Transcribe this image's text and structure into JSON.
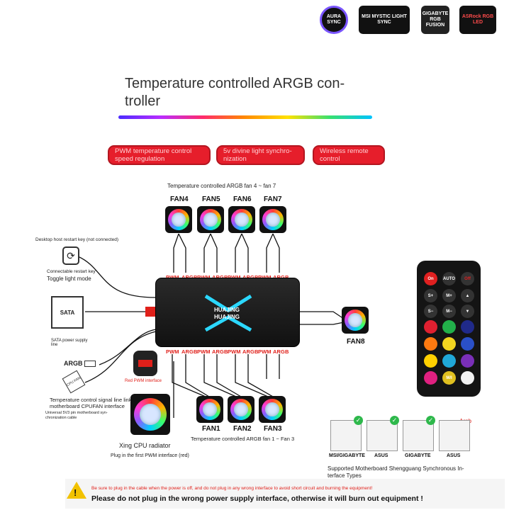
{
  "logos": [
    {
      "id": "aura",
      "text": "AURA SYNC"
    },
    {
      "id": "msi",
      "text": "MSI MYSTIC LIGHT SYNC"
    },
    {
      "id": "gigabyte",
      "text": "GIGABYTE RGB FUSION"
    },
    {
      "id": "asrock",
      "text": "ASRock RGB LED"
    }
  ],
  "title": "Temperature controlled ARGB con-\ntroller",
  "features": [
    "PWM temperature control speed regulation",
    "5v divine light synchro-nization",
    "Wireless remote control"
  ],
  "top_caption": "Temperature controlled ARGB fan 4 ~ fan 7",
  "bottom_caption": "Temperature controlled ARGB fan 1 ~ Fan 3",
  "fans_top": [
    "FAN4",
    "FAN5",
    "FAN6",
    "FAN7"
  ],
  "fans_bottom": [
    "FAN1",
    "FAN2",
    "FAN3"
  ],
  "fan_right": "FAN8",
  "port_labels": {
    "pwm": "PWM",
    "argb": "ARGB"
  },
  "hub_brand": "HUAJING",
  "left": {
    "restart_caption": "Desktop host restart key (not connected)",
    "restart_sub": "Connectable restart key",
    "toggle_label": "Toggle light mode",
    "sata_label": "SATA",
    "sata_caption": "SATA power supply line",
    "argb_label": "ARGB",
    "cpufan_label": "CPU FAN",
    "red_pwm_caption": "Red PWM interface",
    "temp_line_caption": "Temperature control signal line link motherboard CPUFAN interface",
    "universal_caption": "Universal 5V3 pin motherboard syn-chronization cable",
    "cpu_radiator": "Xing CPU radiator",
    "plug_first": "Plug in the first PWM interface (red)"
  },
  "remote": {
    "on": "On",
    "auto": "AUTO",
    "off": "Off",
    "s_plus": "S+",
    "m_plus": "M+",
    "s_minus": "S−",
    "m_minus": "M−",
    "mw": "M/I"
  },
  "motherboards": {
    "labels": [
      "MSI/GIGABYTE",
      "ASUS",
      "GIGABYTE",
      "ASUS"
    ],
    "supported": "Supported Motherboard Shengguang Synchronous In-terface Types",
    "argb_corner": "Argb"
  },
  "warnings": [
    "Be sure to plug in the cable when the power is off, and do not plug in any wrong interface to avoid short circuit and burning the equipment!",
    "Please do not plug in the wrong power supply interface, otherwise it will burn out equipment !"
  ],
  "colors": {
    "accent_red": "#e61e2b",
    "port_red": "#e0201a",
    "check_green": "#2eb84b"
  }
}
